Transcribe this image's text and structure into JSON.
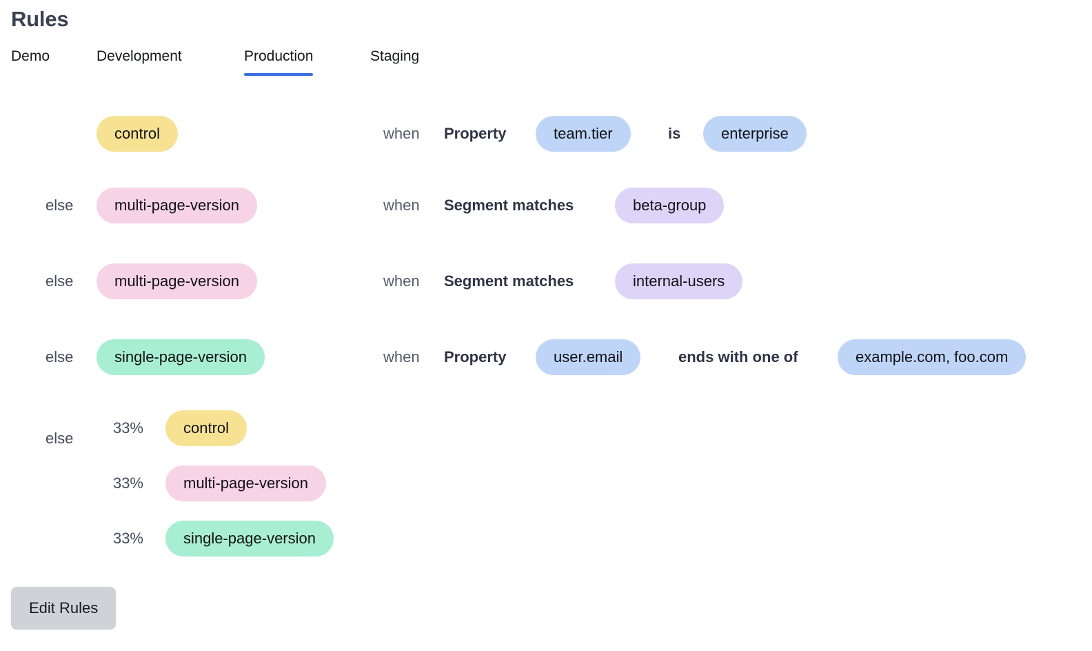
{
  "page": {
    "title": "Rules"
  },
  "tabs": {
    "items": [
      {
        "label": "Demo",
        "active": false
      },
      {
        "label": "Development",
        "active": false
      },
      {
        "label": "Production",
        "active": true
      },
      {
        "label": "Staging",
        "active": false
      }
    ],
    "active_underline_color": "#3b6fe2"
  },
  "colors": {
    "yellow_pill": "#f7e294",
    "pink_pill": "#f7d3e6",
    "green_pill": "#a8eed3",
    "blue_pill": "#bfd5f8",
    "purple_pill": "#ddd5f8",
    "button_bg": "#cfd2d7",
    "title": "#3a4150",
    "muted_text": "#525a6b"
  },
  "rules": [
    {
      "prefix": "",
      "variant": "control",
      "variant_color": "yellow",
      "when": "when",
      "condition_kind": "Property",
      "subject": "team.tier",
      "operator": "is",
      "value": "enterprise"
    },
    {
      "prefix": "else",
      "variant": "multi-page-version",
      "variant_color": "pink",
      "when": "when",
      "condition_kind": "Segment matches",
      "subject": "beta-group",
      "operator": "",
      "value": ""
    },
    {
      "prefix": "else",
      "variant": "multi-page-version",
      "variant_color": "pink",
      "when": "when",
      "condition_kind": "Segment matches",
      "subject": "internal-users",
      "operator": "",
      "value": ""
    },
    {
      "prefix": "else",
      "variant": "single-page-version",
      "variant_color": "green",
      "when": "when",
      "condition_kind": "Property",
      "subject": "user.email",
      "operator": "ends with one of",
      "value": "example.com, foo.com"
    }
  ],
  "rollout": {
    "prefix": "else",
    "splits": [
      {
        "percent": "33%",
        "variant": "control",
        "variant_color": "yellow"
      },
      {
        "percent": "33%",
        "variant": "multi-page-version",
        "variant_color": "pink"
      },
      {
        "percent": "33%",
        "variant": "single-page-version",
        "variant_color": "green"
      }
    ]
  },
  "footer": {
    "edit_rules_label": "Edit Rules"
  }
}
